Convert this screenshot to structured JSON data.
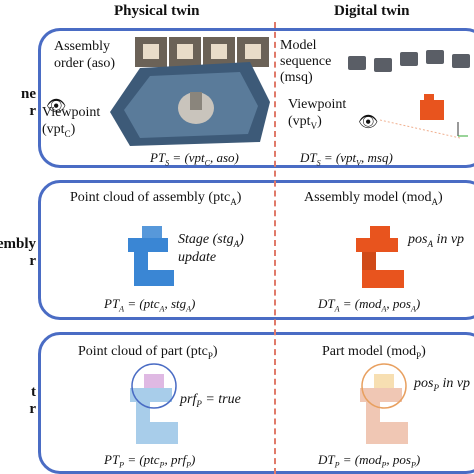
{
  "headers": {
    "physical": "Physical twin",
    "digital": "Digital twin"
  },
  "side_labels": {
    "row1": "ne\nr",
    "row2": "embly\nr",
    "row3": "t\nr"
  },
  "row1": {
    "assembly_order": "Assembly\norder (aso)",
    "viewpoint_c": "Viewpoint\n(vpt",
    "viewpoint_c_sub": "C",
    "pt_eq": "PT",
    "pt_eq_sub": "S",
    "pt_eq_rhs": "= (vpt",
    "pt_eq_rhs_sub": "C",
    "pt_eq_tail": ", aso)",
    "model_sequence": "Model\nsequence\n(msq)",
    "viewpoint_v": "Viewpoint\n(vpt",
    "viewpoint_v_sub": "V",
    "dt_eq": "DT",
    "dt_eq_sub": "S",
    "dt_eq_rhs": "= (vpt",
    "dt_eq_rhs_sub": "V",
    "dt_eq_tail": ", msq)"
  },
  "row2": {
    "ptc_label": "Point cloud of assembly (ptc",
    "ptc_sub": "A",
    "stage": "Stage (stg",
    "stage_sub": "A",
    "update": "update",
    "pt_eq": "PT",
    "pt_sub": "A",
    "pt_rhs": "= (ptc",
    "pt_rhs_sub": "A",
    "pt_mid": ", stg",
    "pt_mid_sub": "A",
    "model_label": "Assembly model (mod",
    "model_sub": "A",
    "pos_label": "pos",
    "pos_sub": "A",
    "pos_tail": "in vp",
    "dt_eq": "DT",
    "dt_sub": "A",
    "dt_rhs": "= (mod",
    "dt_rhs_sub": "A",
    "dt_mid": ", pos",
    "dt_mid_sub": "A"
  },
  "row3": {
    "ptc_label": "Point cloud of part (ptc",
    "ptc_sub": "P",
    "prf": "prf",
    "prf_sub": "P",
    "prf_tail": "= true",
    "pt_eq": "PT",
    "pt_sub": "P",
    "pt_rhs": "= (ptc",
    "pt_rhs_sub": "P",
    "pt_mid": ", prf",
    "pt_mid_sub": "P",
    "model_label": "Part model (mod",
    "model_sub": "P",
    "pos_label": "pos",
    "pos_sub": "P",
    "pos_tail": "in vp",
    "dt_eq": "DT",
    "dt_sub": "P",
    "dt_rhs": "= (mod",
    "dt_rhs_sub": "P",
    "dt_mid": ", pos",
    "dt_mid_sub": "P"
  },
  "colors": {
    "border_blue": "#4a6cc4",
    "divider": "#e07a6a",
    "blue_cloud": "#3a86d4",
    "orange_model": "#e8541e"
  }
}
